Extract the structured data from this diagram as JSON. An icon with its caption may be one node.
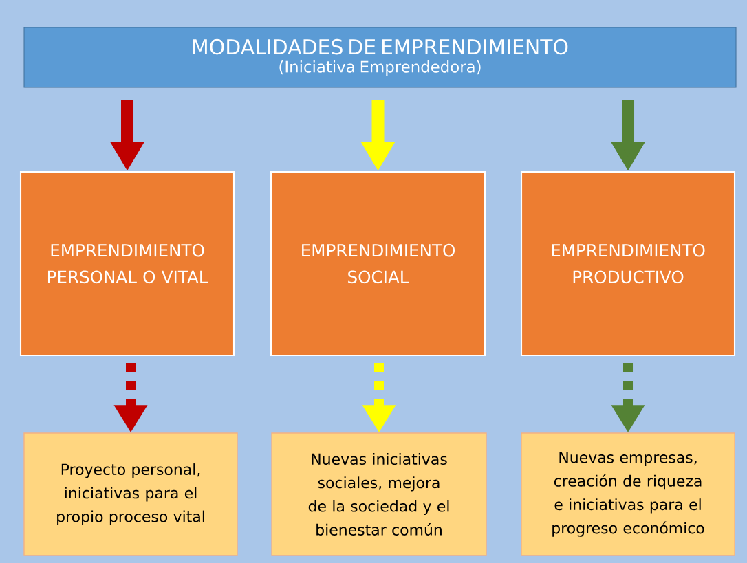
{
  "diagram": {
    "nodes": [
      {
        "text": [
          "MODALIDADES DE EMPRENDIMIENTO",
          "(Iniciativa Emprendedora)"
        ]
      },
      {
        "text": [
          "EMPRENDIMIENTO PERSONAL O VITAL"
        ]
      },
      {
        "text": [
          "EMPRENDIMIENTO SOCIAL"
        ]
      },
      {
        "text": [
          "EMPRENDIMIENTO PRODUCTIVO"
        ]
      },
      {
        "text": [
          "Proyecto personal, iniciativas para el propio proceso vital"
        ]
      },
      {
        "text": [
          "Nuevas iniciativas sociales, mejora de la sociedad y el bienestar común"
        ]
      },
      {
        "text": [
          "Nuevas empresas, creación de riqueza e iniciativas para el progreso económico"
        ]
      }
    ],
    "edges": [
      {
        "from": 0,
        "to": 1,
        "arrow": "to",
        "color": "#c00000"
      },
      {
        "from": 0,
        "to": 2,
        "arrow": "to",
        "color": "#ffff00"
      },
      {
        "from": 0,
        "to": 3,
        "arrow": "to",
        "color": "#548235"
      },
      {
        "from": 1,
        "to": 4,
        "arrow": "to",
        "style": "dashed",
        "color": "#c00000"
      },
      {
        "from": 2,
        "to": 5,
        "arrow": "to",
        "style": "dashed",
        "color": "#ffff00"
      },
      {
        "from": 3,
        "to": 6,
        "arrow": "to",
        "style": "dashed",
        "color": "#548235"
      }
    ]
  }
}
